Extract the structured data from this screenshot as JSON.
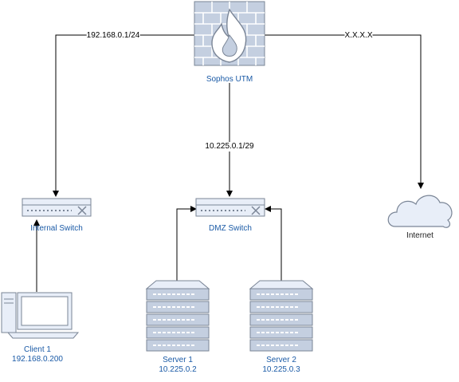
{
  "nodes": {
    "firewall": {
      "label": "Sophos UTM"
    },
    "internal_switch": {
      "label": "Internal Switch"
    },
    "dmz_switch": {
      "label": "DMZ Switch"
    },
    "internet": {
      "label": "Internet"
    },
    "client": {
      "name": "Client 1",
      "ip": "192.168.0.200"
    },
    "server1": {
      "name": "Server 1",
      "ip": "10.225.0.2"
    },
    "server2": {
      "name": "Server 2",
      "ip": "10.225.0.3"
    }
  },
  "edges": {
    "fw_to_internal": "192.168.0.1/24",
    "fw_to_dmz": "10.225.0.1/29",
    "fw_to_internet": "X.X.X.X"
  },
  "colors": {
    "icon_fill": "#e8eef8",
    "icon_stroke": "#7a8596",
    "icon_dark": "#c4cfe0",
    "label_blue": "#1a5aa6",
    "line": "#000000"
  }
}
